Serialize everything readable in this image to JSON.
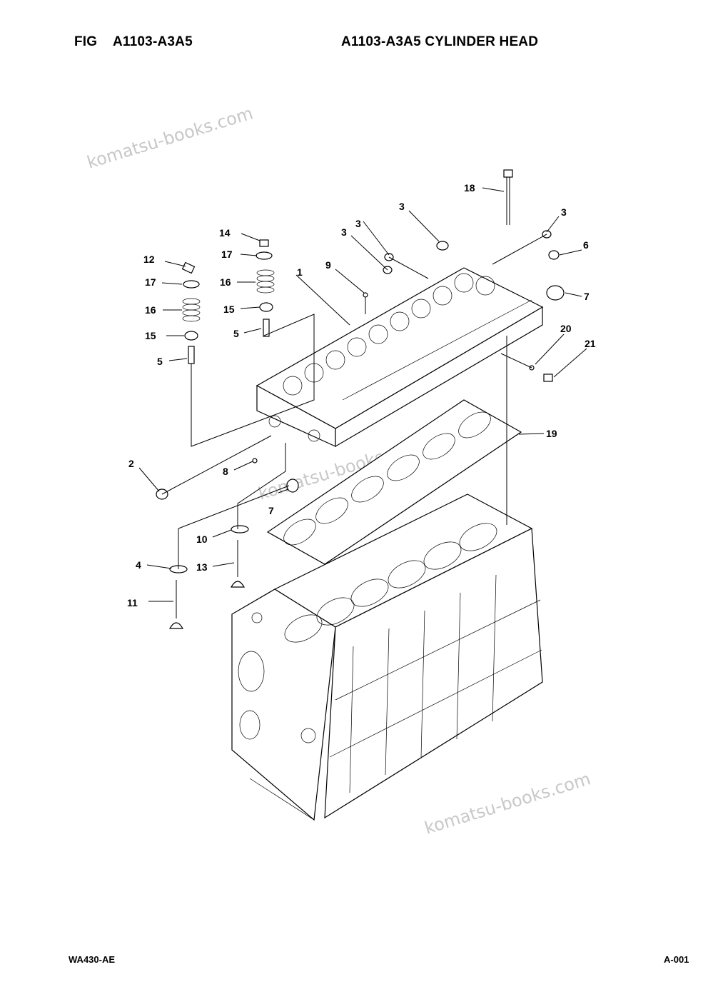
{
  "header": {
    "fig_label": "FIG",
    "fig_code": "A1103-A3A5",
    "title": "A1103-A3A5 CYLINDER HEAD"
  },
  "footer": {
    "model": "WA430-AE",
    "page": "A-001"
  },
  "watermark": {
    "text": "komatsu-books.com"
  },
  "callouts": {
    "c1": "1",
    "c2": "2",
    "c3a": "3",
    "c3b": "3",
    "c3c": "3",
    "c3d": "3",
    "c4": "4",
    "c5a": "5",
    "c5b": "5",
    "c6": "6",
    "c7a": "7",
    "c7b": "7",
    "c8": "8",
    "c9": "9",
    "c10": "10",
    "c11": "11",
    "c12": "12",
    "c13": "13",
    "c14": "14",
    "c15a": "15",
    "c15b": "15",
    "c16a": "16",
    "c16b": "16",
    "c17a": "17",
    "c17b": "17",
    "c18": "18",
    "c19": "19",
    "c20": "20",
    "c21": "21"
  }
}
